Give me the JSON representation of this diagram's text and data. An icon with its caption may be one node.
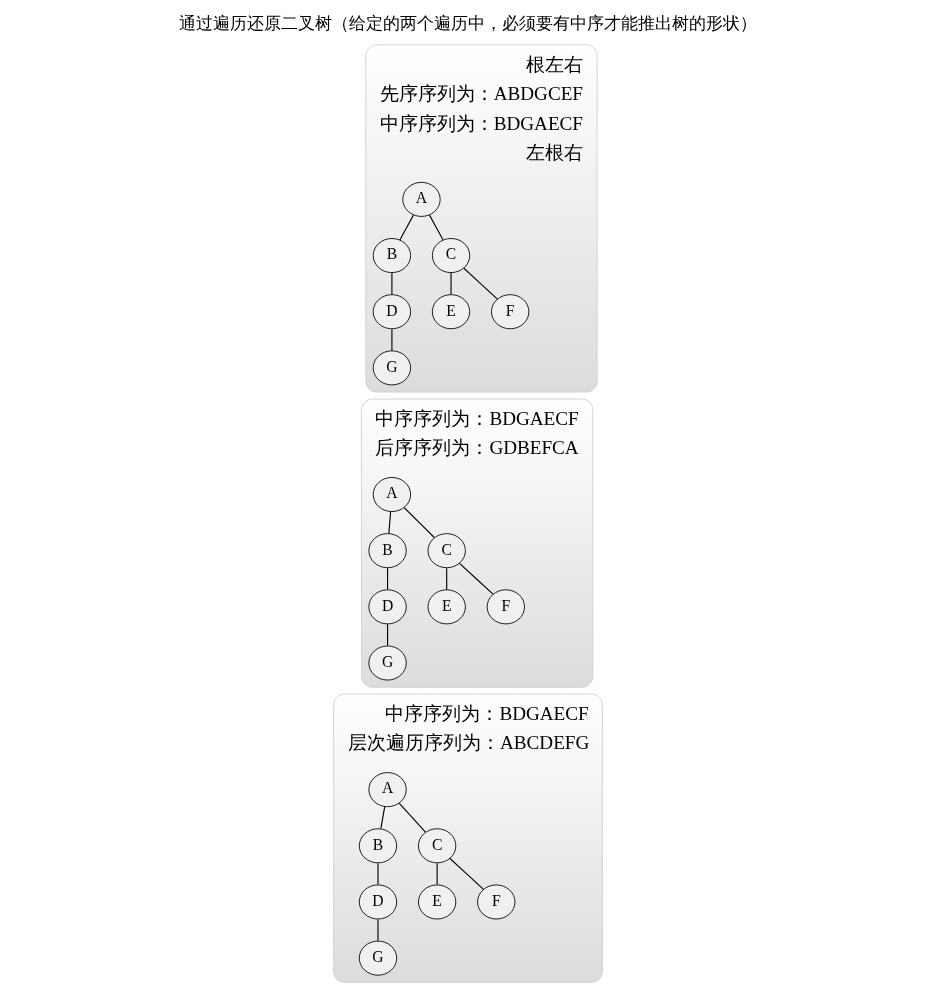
{
  "diagram": {
    "title": "通过遍历还原二叉树（给定的两个遍历中，必须要有中序才能推出树的形状）",
    "nodes": [
      {
        "text": [
          "根左右",
          "先序序列为：ABDGCEF",
          "中序序列为：BDGAECF",
          "左根右"
        ]
      },
      {
        "text": [
          "A"
        ],
        "in": 0
      },
      {
        "text": [
          "B"
        ],
        "in": 0
      },
      {
        "text": [
          "C"
        ],
        "in": 0
      },
      {
        "text": [
          "D"
        ],
        "in": 0
      },
      {
        "text": [
          "E"
        ],
        "in": 0
      },
      {
        "text": [
          "F"
        ],
        "in": 0
      },
      {
        "text": [
          "G"
        ],
        "in": 0
      },
      {
        "text": [
          "中序序列为：BDGAECF",
          "后序序列为：GDBEFCA"
        ]
      },
      {
        "text": [
          "A"
        ],
        "in": 8
      },
      {
        "text": [
          "B"
        ],
        "in": 8
      },
      {
        "text": [
          "C"
        ],
        "in": 8
      },
      {
        "text": [
          "D"
        ],
        "in": 8
      },
      {
        "text": [
          "E"
        ],
        "in": 8
      },
      {
        "text": [
          "F"
        ],
        "in": 8
      },
      {
        "text": [
          "G"
        ],
        "in": 8
      },
      {
        "text": [
          "中序序列为：BDGAECF",
          "层次遍历序列为：ABCDEFG"
        ]
      },
      {
        "text": [
          "A"
        ],
        "in": 16
      },
      {
        "text": [
          "B"
        ],
        "in": 16
      },
      {
        "text": [
          "C"
        ],
        "in": 16
      },
      {
        "text": [
          "D"
        ],
        "in": 16
      },
      {
        "text": [
          "E"
        ],
        "in": 16
      },
      {
        "text": [
          "F"
        ],
        "in": 16
      },
      {
        "text": [
          "G"
        ],
        "in": 16
      }
    ],
    "edges": [
      {
        "from": 1,
        "to": 2,
        "arrow": "none"
      },
      {
        "from": 1,
        "to": 3,
        "arrow": "none"
      },
      {
        "from": 2,
        "to": 4,
        "arrow": "none"
      },
      {
        "from": 3,
        "to": 5,
        "arrow": "none"
      },
      {
        "from": 3,
        "to": 6,
        "arrow": "none"
      },
      {
        "from": 4,
        "to": 7,
        "arrow": "none"
      },
      {
        "from": 9,
        "to": 10,
        "arrow": "none"
      },
      {
        "from": 9,
        "to": 11,
        "arrow": "none"
      },
      {
        "from": 10,
        "to": 12,
        "arrow": "none"
      },
      {
        "from": 11,
        "to": 13,
        "arrow": "none"
      },
      {
        "from": 11,
        "to": 14,
        "arrow": "none"
      },
      {
        "from": 12,
        "to": 15,
        "arrow": "none"
      },
      {
        "from": 17,
        "to": 18,
        "arrow": "none"
      },
      {
        "from": 17,
        "to": 19,
        "arrow": "none"
      },
      {
        "from": 18,
        "to": 20,
        "arrow": "none"
      },
      {
        "from": 19,
        "to": 21,
        "arrow": "none"
      },
      {
        "from": 19,
        "to": 22,
        "arrow": "none"
      },
      {
        "from": 20,
        "to": 23,
        "arrow": "none"
      }
    ]
  }
}
